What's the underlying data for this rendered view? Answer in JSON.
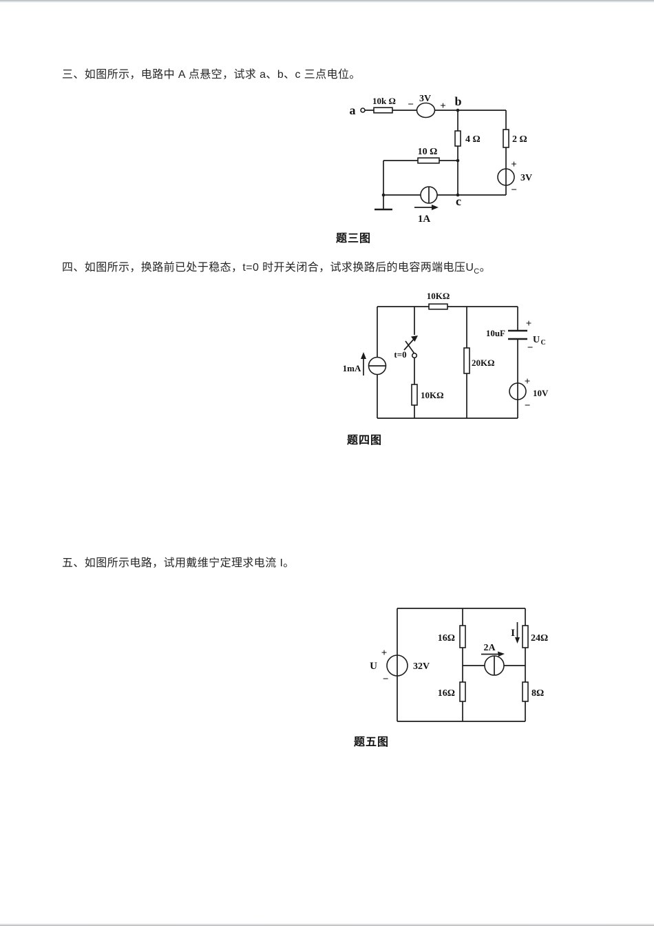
{
  "page": {
    "background": "#ffffff",
    "ink": "#1c1c1c"
  },
  "problem3": {
    "heading": "三、如图所示，电路中 A 点悬空，试求 a、b、c 三点电位。",
    "caption": "题三图",
    "circuit": {
      "terminal_a": "a",
      "resistor_10k": "10k Ω",
      "source_top_minus": "−",
      "source_top_value": "3V",
      "source_top_plus": "+",
      "node_b": "b",
      "resistor_4": "4 Ω",
      "resistor_2": "2 Ω",
      "resistor_10": "10 Ω",
      "source_right_plus": "+",
      "source_right_value": "3V",
      "source_right_minus": "−",
      "current_source_value": "1A",
      "node_c": "c"
    }
  },
  "problem4": {
    "heading_main": "四、如图所示，换路前已处于稳态，t=0 时开关闭合，试求换路后的电容两端电压U",
    "heading_sub": "C",
    "heading_end": "。",
    "caption": "题四图",
    "circuit": {
      "resistor_top": "10KΩ",
      "current_source": "1mA",
      "switch_label": "t=0",
      "resistor_switch": "10KΩ",
      "resistor_mid": "20KΩ",
      "capacitor": "10uF",
      "cap_plus": "+",
      "cap_u": "U",
      "cap_u_sub": "C",
      "cap_minus": "−",
      "source_plus": "+",
      "source_value": "10V",
      "source_minus": "−"
    }
  },
  "problem5": {
    "heading": "五、如图所示电路，试用戴维宁定理求电流 I。",
    "caption": "题五图",
    "circuit": {
      "source_u": "U",
      "source_plus": "+",
      "source_minus": "−",
      "source_value": "32V",
      "resistor_16_top": "16Ω",
      "resistor_16_bottom": "16Ω",
      "current_source": "2A",
      "current_label": "I",
      "resistor_24": "24Ω",
      "resistor_8": "8Ω"
    }
  }
}
